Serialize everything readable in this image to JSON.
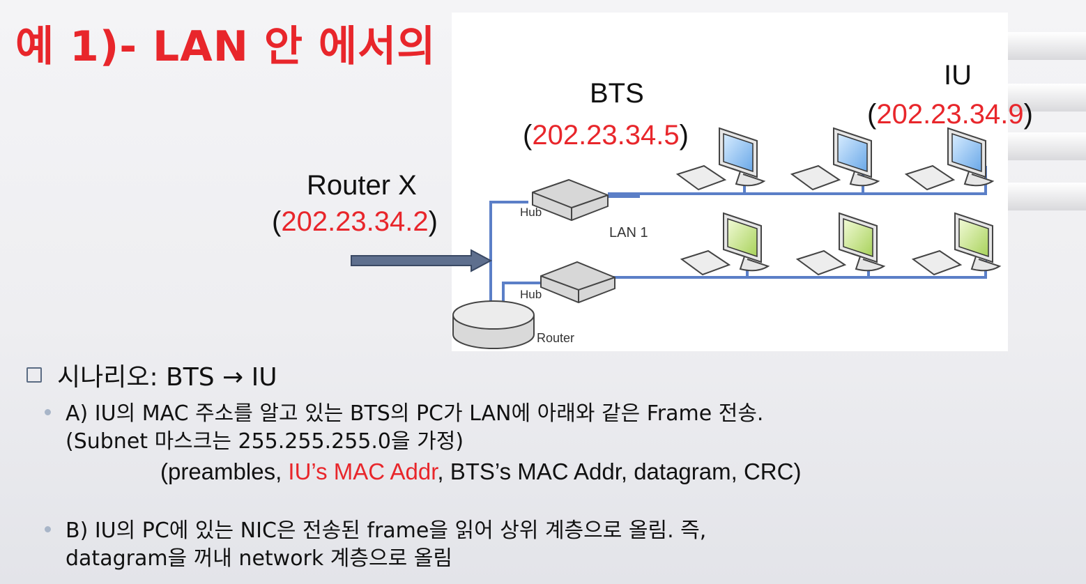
{
  "title": "예 1)- LAN 안 에서의 전송",
  "diagram": {
    "router_x": {
      "name": "Router X",
      "open": "(",
      "ip": "202.23.34.2",
      "close": ")"
    },
    "bts": {
      "name": "BTS",
      "open": "(",
      "ip": "202.23.34.5",
      "close": ")"
    },
    "iu": {
      "name": "IU",
      "open": "(",
      "ip": "202.23.34.9",
      "close": ")"
    },
    "hub_label": "Hub",
    "lan_label": "LAN 1",
    "router_label": "Router",
    "colors": {
      "accent": "#e8262b",
      "wire": "#5b7fc7",
      "screen_top": "#6aa8e8",
      "screen_bottom": "#b3d96a"
    }
  },
  "scenario": {
    "label": "시나리오: BTS → IU",
    "item_a_line1": "A) IU의 MAC 주소를 알고 있는 BTS의 PC가 LAN에 아래와 같은 Frame 전송.",
    "item_a_line2": "(Subnet 마스크는 255.255.255.0을 가정)",
    "frame_open": "(preambles, ",
    "frame_dest": "IU’s MAC Addr",
    "frame_rest": ", BTS’s MAC Addr, datagram, CRC)",
    "item_b_line1": "B) IU의 PC에 있는 NIC은 전송된 frame을 읽어 상위 계층으로 올림. 즉,",
    "item_b_line2": "datagram을 꺼내 network 계층으로 올림"
  }
}
